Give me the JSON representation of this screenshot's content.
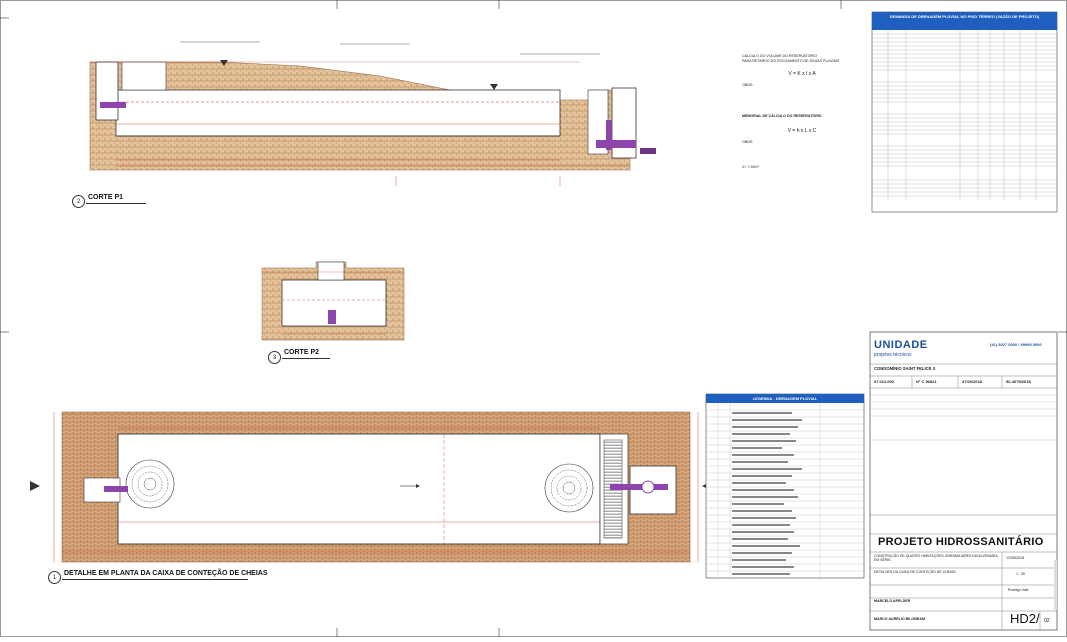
{
  "views": {
    "corte_p1": {
      "num": "2",
      "title": "CORTE P1"
    },
    "corte_p2": {
      "num": "3",
      "title": "CORTE P2"
    },
    "planta": {
      "num": "1",
      "title": "DETALHE EM PLANTA DA CAIXA DE CONTEÇÃO DE CHEIAS"
    }
  },
  "calc": {
    "head1": "CÁLCULO DO VOLUME DO RESERVATÓRIO",
    "head2": "PARA RETARDO DO ESCOAMENTO DE ÁGUAS PLUVIAIS",
    "formula1": "V = K x I x A",
    "onde1": "ONDE:",
    "formula2": "V = h x L x C",
    "onde2": "ONDE:",
    "memorial": "MEMORIAL DE CÁLCULO DO RESERVATÓRIO",
    "result": "V= 7,92m³"
  },
  "demand_table": {
    "title": "DEMANDA DE DRENAGEM PLUVIAL NO PISO TÉRREO (VAZÃO DE PROJETO)"
  },
  "legend": {
    "title": "LEGENDA - DRENAGEM PLUVIAL"
  },
  "title_block": {
    "logo": "UNIDADE",
    "logo_sub": "projetos técnicos",
    "phone": "(41) 3027 0000 / 99999 0000",
    "client": "CONDOMÍNIO SAINT FELICE X",
    "code1": "07.012.002",
    "code2": "Nº C 96821",
    "date1": "47/20/2018",
    "code3": "90-4679/2018",
    "project_title": "PROJETO HIDROSSANITÁRIO",
    "description": "CONSTRUÇÃO DE QUATRO HABITAÇÕES UNIFAMILIARES EM ALVENARIA EM SÉRIE",
    "detail": "DETALHES DA CAIXA DE CONTEÇÃO DE CHEIAS",
    "date2": "12/05/2018",
    "scale": "1 : 30",
    "drawn": "Rodrigo Vale",
    "author1": "MARCELO APELDER",
    "author2": "MARCO AURÉLIO BILOBRAM",
    "sheet": "HD2/",
    "sheet_total": "02"
  }
}
